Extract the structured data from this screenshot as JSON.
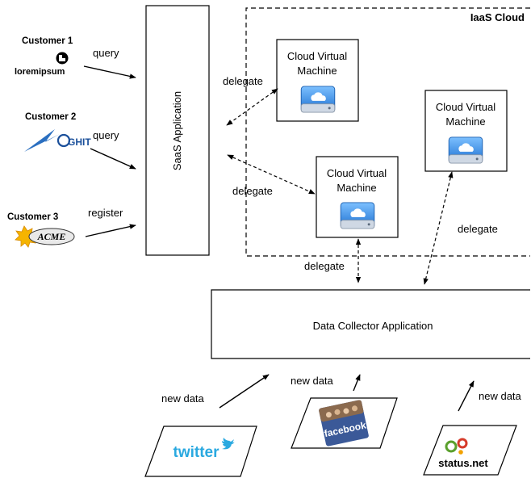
{
  "iaas_cloud": {
    "title": "IaaS Cloud"
  },
  "saas_app": {
    "label": "SaaS Application"
  },
  "cloud_vm": [
    {
      "line1": "Cloud Virtual",
      "line2": "Machine"
    },
    {
      "line1": "Cloud Virtual",
      "line2": "Machine"
    },
    {
      "line1": "Cloud Virtual",
      "line2": "Machine"
    }
  ],
  "collector": {
    "label": "Data Collector Application"
  },
  "customers": [
    {
      "name": "Customer 1",
      "logo_text": "loremipsum",
      "action": "query"
    },
    {
      "name": "Customer 2",
      "logo_text": "GHIT",
      "action": "query"
    },
    {
      "name": "Customer 3",
      "logo_text": "ACME",
      "action": "register"
    }
  ],
  "edge_labels": {
    "delegate_vm1": "delegate",
    "delegate_vm2": "delegate",
    "delegate_collector": "delegate",
    "delegate_vm3": "delegate",
    "newdata_twitter": "new data",
    "newdata_facebook": "new data",
    "newdata_status": "new data"
  },
  "sources": {
    "twitter": "twitter",
    "facebook": "facebook",
    "status": "status.net"
  },
  "colors": {
    "twitter_blue": "#2aa9e0",
    "facebook_blue": "#3b5998",
    "drive_blue": "#2f7fd6"
  }
}
